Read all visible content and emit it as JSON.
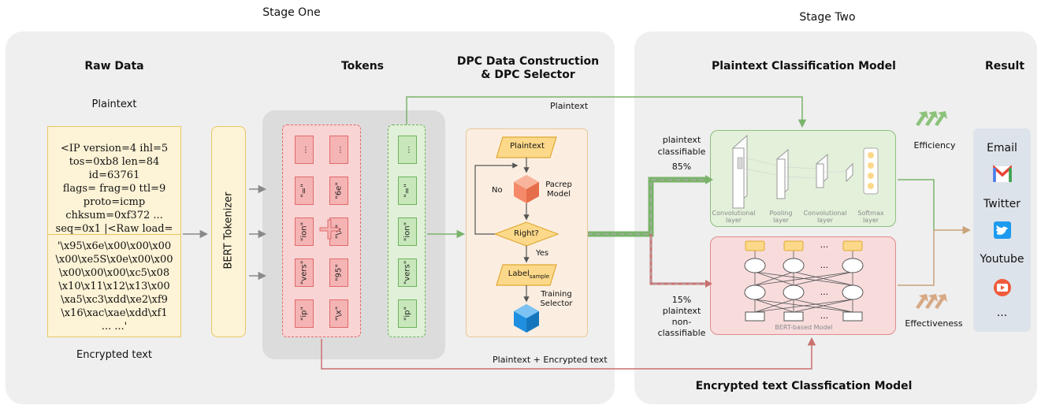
{
  "stages": {
    "one": "Stage One",
    "two": "Stage Two"
  },
  "raw_data": {
    "title": "Raw Data",
    "plaintext_label": "Plaintext",
    "plaintext_lines": [
      "<IP  version=4 ihl=5",
      "tos=0xb8 len=84 id=63761",
      "flags= frag=0 ttl=9",
      "proto=icmp",
      "chksum=0xf372 ...",
      "seq=0x1 |<Raw  load="
    ],
    "encrypted_lines": [
      "'\\x95\\x6e\\x00\\x00\\x00",
      "\\x00\\xe5S\\x0e\\x00\\x00",
      "\\x00\\x00\\x00\\xc5\\x08",
      "\\x10\\x11\\x12\\x13\\x00",
      "\\xa5\\xc3\\xdd\\xe2\\xf9",
      "\\x16\\xac\\xae\\xdd\\xf1",
      "... ...'"
    ],
    "encrypted_label": "Encrypted text"
  },
  "tokenizer": {
    "label": "BERT Tokenizer"
  },
  "tokens": {
    "title": "Tokens",
    "col1": [
      "...",
      "\"=\"",
      "\"ion\"",
      "\"vers\"",
      "\"ip\""
    ],
    "col2": [
      "...",
      "\"6e\"",
      "\"\\x\"",
      "\"95\"",
      "\"\\x\""
    ],
    "col3": [
      "...",
      "\"=\"",
      "\"ion\"",
      "\"vers\"",
      "\"ip\""
    ]
  },
  "dpc": {
    "title_line1": "DPC Data Construction",
    "title_line2": "& DPC Selector",
    "input": "Plaintext",
    "model_line1": "Pacrep",
    "model_line2": "Model",
    "decision": "Right?",
    "no": "No",
    "yes": "Yes",
    "label_main": "Label",
    "label_sub": "sample",
    "training_line1": "Training",
    "training_line2": "Selector"
  },
  "flows": {
    "plaintext_top": "Plaintext",
    "plaintext_encrypted": "Plaintext + Encrypted text",
    "classifiable_line1": "plaintext",
    "classifiable_line2": "classifiable",
    "classifiable_pct": "85%",
    "nonclass_pct": "15%",
    "nonclass_line1": "plaintext",
    "nonclass_line2": "non-",
    "nonclass_line3": "classifiable"
  },
  "plaintext_model": {
    "title": "Plaintext Classification Model",
    "layers": [
      {
        "line1": "Convolutional",
        "line2": "layer"
      },
      {
        "line1": "Pooling",
        "line2": "layer"
      },
      {
        "line1": "Convolutional",
        "line2": "layer"
      },
      {
        "line1": "Softmax",
        "line2": "layer"
      }
    ]
  },
  "encrypted_model": {
    "title": "Encrypted text Classfication Model",
    "caption": "BERT-based Model",
    "ellipsis": "..."
  },
  "metrics": {
    "efficiency": "Efficiency",
    "effectiveness": "Effectiveness"
  },
  "result": {
    "title": "Result",
    "items": [
      "Email",
      "Twitter",
      "Youtube"
    ],
    "more": "..."
  },
  "colors": {
    "green": "#7ab46a",
    "red": "#c97070",
    "tan": "#c9a27a",
    "green_box": "#e3f0da",
    "red_box": "#f8dcdc",
    "raw_box": "#fdf3d6",
    "dpc_box": "#fbeee1",
    "result_box": "#dde3ea"
  }
}
